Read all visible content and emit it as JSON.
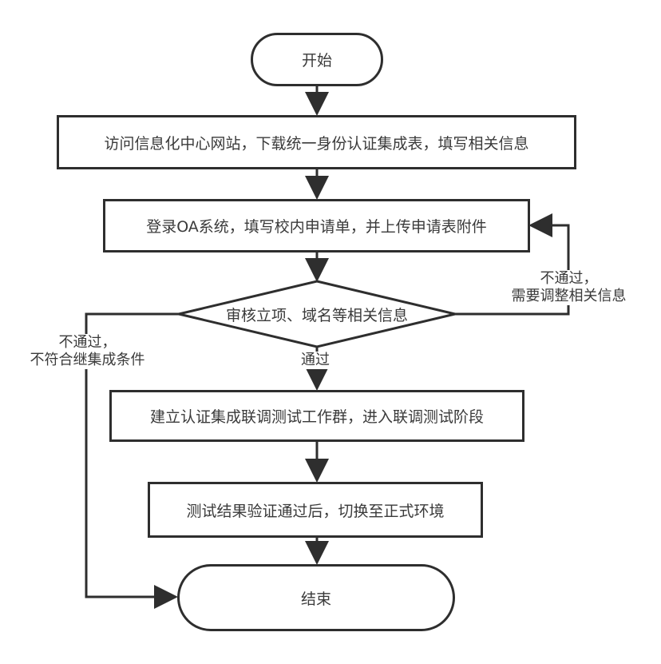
{
  "diagram": {
    "type": "flowchart",
    "nodes": {
      "start": "开始",
      "step1": "访问信息化中心网站，下载统一身份认证集成表，填写相关信息",
      "step2": "登录OA系统，填写校内申请单，并上传申请表附件",
      "decision": "审核立项、域名等相关信息",
      "step3": "建立认证集成联调测试工作群，进入联调测试阶段",
      "step4": "测试结果验证通过后，切换至正式环境",
      "end": "结束"
    },
    "edge_labels": {
      "pass": "通过",
      "reject_adjust_line1": "不通过，",
      "reject_adjust_line2": "需要调整相关信息",
      "reject_end_line1": "不通过，",
      "reject_end_line2": "不符合继集成条件"
    },
    "colors": {
      "stroke": "#2e2e2e",
      "text": "#3a3a3a",
      "background": "#ffffff"
    }
  }
}
